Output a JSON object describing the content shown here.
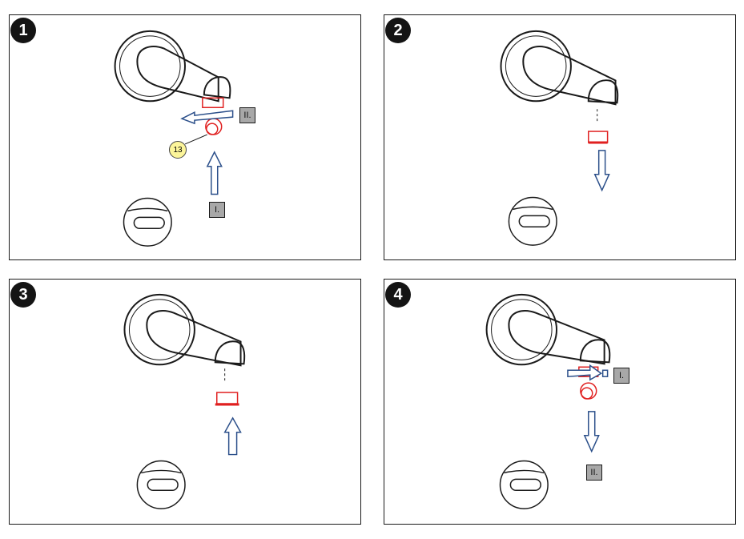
{
  "panels": [
    {
      "step": "1",
      "tags": [
        "II.",
        "I."
      ],
      "callout": "13"
    },
    {
      "step": "2"
    },
    {
      "step": "3"
    },
    {
      "step": "4",
      "tags": [
        "I.",
        "II."
      ]
    }
  ],
  "colors": {
    "outline": "#1a1a1a",
    "arrow": "#2b4f8a",
    "part": "#e02020",
    "tag": "#a8a8a8",
    "callout": "#fcf59a"
  }
}
